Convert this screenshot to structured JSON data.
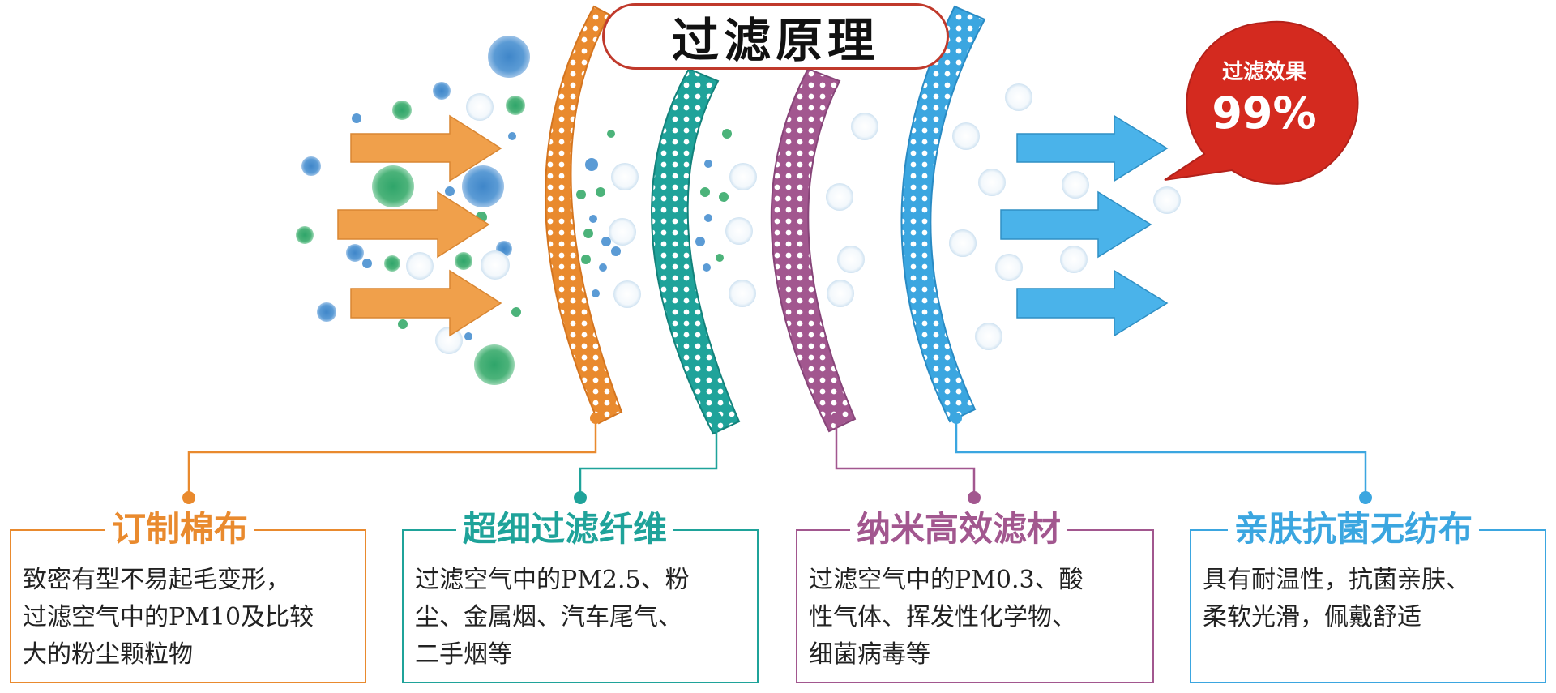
{
  "title": "过滤原理",
  "badge": {
    "label": "过滤效果",
    "value": "99%"
  },
  "colors": {
    "orange": "#e98a2e",
    "teal": "#1fa39a",
    "purple": "#a2578f",
    "sky": "#3ba6e0",
    "arrow_in": "#f0a04b",
    "arrow_out": "#4ab3ea",
    "badge": "#d42a1f"
  },
  "layers": [
    {
      "title": "订制棉布",
      "color": "#e98a2e",
      "text": "致密有型不易起毛变形，\n过滤空气中的PM10及比较\n大的粉尘颗粒物"
    },
    {
      "title": "超细过滤纤维",
      "color": "#1fa39a",
      "text": "过滤空气中的PM2.5、粉\n尘、金属烟、汽车尾气、\n二手烟等"
    },
    {
      "title": "纳米高效滤材",
      "color": "#a2578f",
      "text": "过滤空气中的PM0.3、酸\n性气体、挥发性化学物、\n细菌病毒等"
    },
    {
      "title": "亲肤抗菌无纺布",
      "color": "#3ba6e0",
      "text": "具有耐温性，抗菌亲肤、\n柔软光滑，佩戴舒适"
    }
  ]
}
